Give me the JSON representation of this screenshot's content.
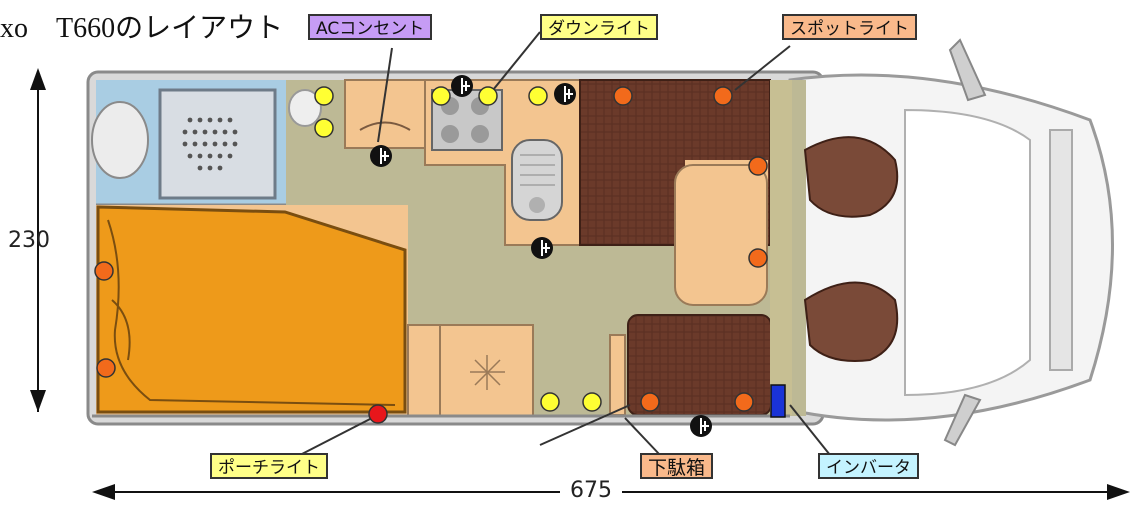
{
  "title": "xo　T660のレイアウト",
  "callouts": {
    "ac_outlet": "ACコンセント",
    "downlight": "ダウンライト",
    "spotlight": "スポットライト",
    "porch_light": "ポーチライト",
    "shoe_box": "下駄箱",
    "inverter": "インバータ"
  },
  "dimensions": {
    "height": "230",
    "length": "675"
  },
  "colors": {
    "downlight": "#ffff33",
    "spotlight": "#f26a1b",
    "porch_light": "#e8161b",
    "outlet": "#111111",
    "inverter": "#1a33d6",
    "callout_purple": "#c69cf5",
    "callout_yellow": "#ffff88",
    "callout_orange": "#f9b98b",
    "callout_cyan": "#c4f3ff"
  },
  "icons": [
    "ac-outlet-icon",
    "downlight-icon",
    "spotlight-icon",
    "porch-light-icon",
    "inverter-icon"
  ]
}
